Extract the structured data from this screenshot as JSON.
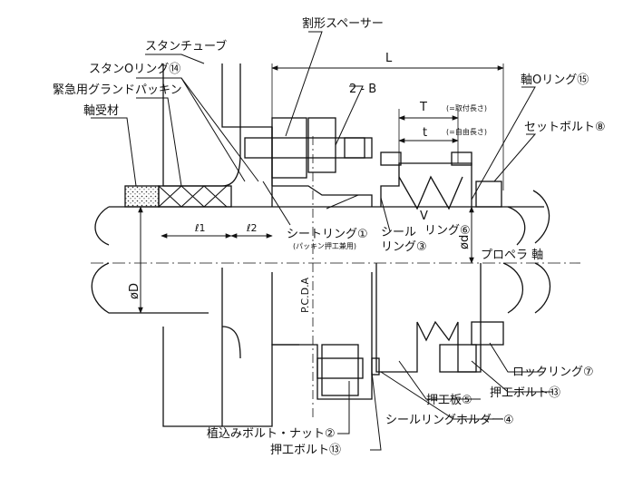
{
  "labels": {
    "stern_tube": "スタンチューブ",
    "stern_o_ring": "スタンOリング⑭",
    "emergency_gland_packing": "緊急用グランドパッキン",
    "bearing_material": "軸受材",
    "split_spacer": "割形スペーサー",
    "two_b": "2 - B",
    "dim_L": "L",
    "dim_T": "T",
    "dim_t": "t",
    "note_T": "(=取付長さ)",
    "note_t": "(=自由長さ)",
    "shaft_o_ring": "軸Oリング⑮",
    "set_bolt": "セットボルト⑧",
    "l1": "ℓ1",
    "l2": "ℓ2",
    "seat_ring": "シートリング①",
    "seat_ring_sub": "(パッキン押工兼用)",
    "seal_ring_a": "シール",
    "seal_ring_b": "リング③",
    "v_ring_a": "V",
    "v_ring_b": "リング⑥",
    "phi_d": "ød",
    "propeller_shaft": "プロペラ 軸",
    "phi_D": "øD",
    "pcda": "P.C.D.A",
    "lock_ring": "ロックリング⑦",
    "gland_bolt_right": "押工ボルト⑬",
    "gland_plate": "押工板⑤",
    "seal_ring_holder": "シールリングホルダー④",
    "stud_bolt_nut": "植込みボルト・ナット②",
    "gland_bolt_bottom": "押工ボルト⑬"
  }
}
